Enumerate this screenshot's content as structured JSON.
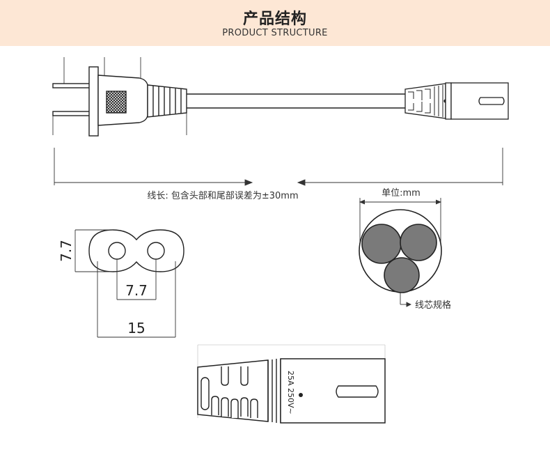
{
  "header": {
    "title_cn": "产品结构",
    "title_en": "PRODUCT STRUCTURE"
  },
  "labels": {
    "cable_length_note": "线长: 包含头部和尾部误差为±30mm",
    "unit": "单位:mm",
    "wire_core_spec": "线芯规格"
  },
  "dimensions": {
    "height": "7.7",
    "pin_spacing": "7.7",
    "width": "15"
  },
  "connector_marking": {
    "rating": "25A  250V~"
  },
  "colors": {
    "header_bg": "#fde7d5",
    "line": "#222222",
    "core_fill": "#7a7a7a"
  }
}
